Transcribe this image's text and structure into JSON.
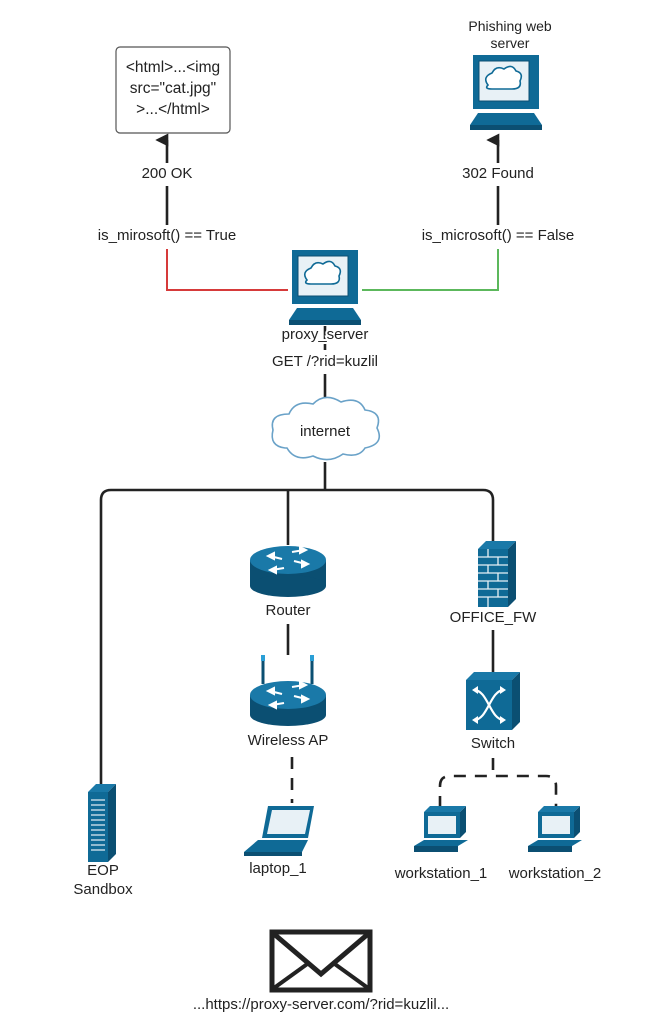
{
  "diagram": {
    "html_snippet": {
      "lines": [
        "<html>...<img",
        "src=\"cat.jpg\"",
        ">...</html>"
      ]
    },
    "phishing_server": {
      "lines": [
        "Phishing web",
        "server"
      ]
    },
    "responses": {
      "ok": "200 OK",
      "found": "302 Found"
    },
    "conditions": {
      "true_branch": "is_mirosoft() == True",
      "false_branch": "is_microsoft() == False"
    },
    "proxy": {
      "label": "proxy_server",
      "request": "GET /?rid=kuzlil"
    },
    "internet": "internet",
    "nodes": {
      "router": "Router",
      "wireless_ap": "Wireless AP",
      "laptop": "laptop_1",
      "office_fw": "OFFICE_FW",
      "switch": "Switch",
      "workstation_1": "workstation_1",
      "workstation_2": "workstation_2",
      "eop_sandbox": [
        "EOP",
        "Sandbox"
      ]
    },
    "email_link": "...https://proxy-server.com/?rid=kuzlil...",
    "colors": {
      "icon_blue": "#0f6a96",
      "icon_dark": "#0b4f72",
      "cloud_stroke": "#6aa2c8",
      "true_line": "#d63a3a",
      "false_line": "#5cb85c"
    },
    "icons": [
      "computer-icon",
      "cloud-icon",
      "router-icon",
      "wireless-ap-icon",
      "laptop-icon",
      "firewall-icon",
      "switch-icon",
      "workstation-icon",
      "server-rack-icon",
      "envelope-icon"
    ]
  }
}
